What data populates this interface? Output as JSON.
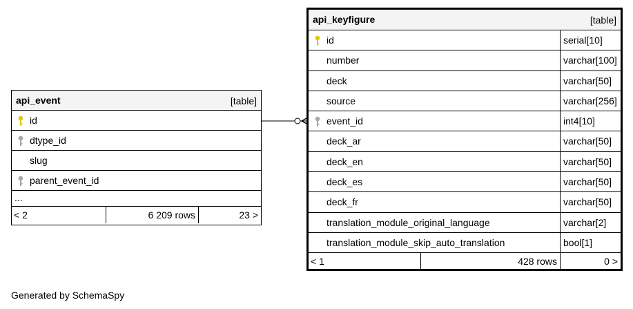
{
  "tables": {
    "api_event": {
      "name": "api_event",
      "kind": "[table]",
      "columns": [
        {
          "name": "id",
          "key": "primary"
        },
        {
          "name": "dtype_id",
          "key": "foreign"
        },
        {
          "name": "slug",
          "key": "none"
        },
        {
          "name": "parent_event_id",
          "key": "foreign"
        }
      ],
      "more": "...",
      "footer": {
        "parents": "< 2",
        "rows": "6 209 rows",
        "children": "23 >"
      }
    },
    "api_keyfigure": {
      "name": "api_keyfigure",
      "kind": "[table]",
      "columns": [
        {
          "name": "id",
          "type": "serial[10]",
          "key": "primary"
        },
        {
          "name": "number",
          "type": "varchar[100]",
          "key": "none"
        },
        {
          "name": "deck",
          "type": "varchar[50]",
          "key": "none"
        },
        {
          "name": "source",
          "type": "varchar[256]",
          "key": "none"
        },
        {
          "name": "event_id",
          "type": "int4[10]",
          "key": "foreign"
        },
        {
          "name": "deck_ar",
          "type": "varchar[50]",
          "key": "none"
        },
        {
          "name": "deck_en",
          "type": "varchar[50]",
          "key": "none"
        },
        {
          "name": "deck_es",
          "type": "varchar[50]",
          "key": "none"
        },
        {
          "name": "deck_fr",
          "type": "varchar[50]",
          "key": "none"
        },
        {
          "name": "translation_module_original_language",
          "type": "varchar[2]",
          "key": "none"
        },
        {
          "name": "translation_module_skip_auto_translation",
          "type": "bool[1]",
          "key": "none"
        }
      ],
      "footer": {
        "parents": "< 1",
        "rows": "428 rows",
        "children": "0 >"
      }
    }
  },
  "relationship": {
    "from": "api_event.id",
    "to": "api_keyfigure.event_id"
  },
  "colors": {
    "primary_key": "#e6c800",
    "foreign_key": "#a8a8a8",
    "header_bg": "#f4f4f4"
  },
  "footer_text": "Generated by SchemaSpy"
}
